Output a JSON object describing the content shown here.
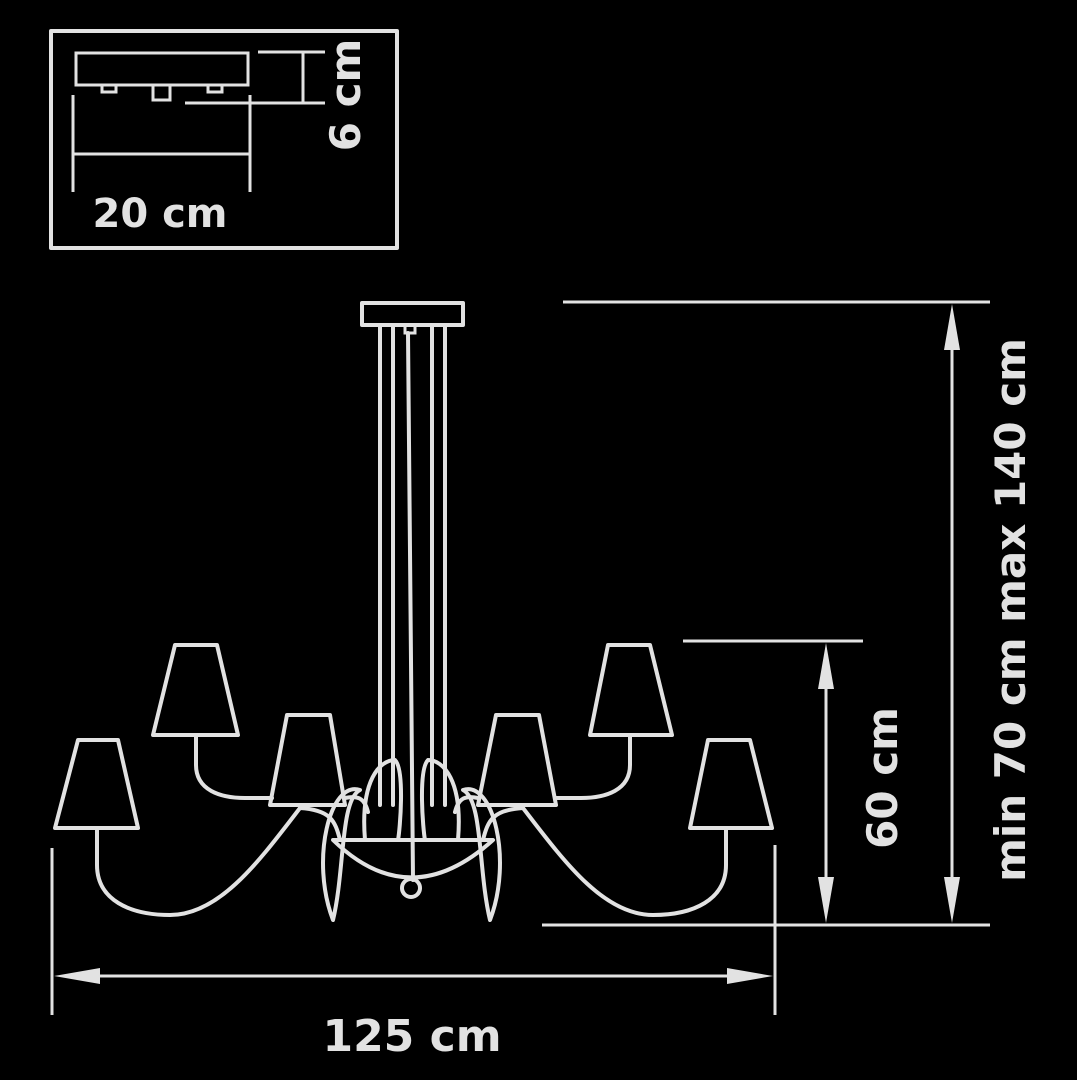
{
  "inset": {
    "height_label": "6 cm",
    "width_label": "20 cm"
  },
  "dimensions": {
    "arm_height_label": "60 cm",
    "total_height_label": "min 70 cm max 140 cm",
    "width_label": "125 cm"
  },
  "colors": {
    "background": "#000000",
    "line": "#e2e2e2"
  }
}
